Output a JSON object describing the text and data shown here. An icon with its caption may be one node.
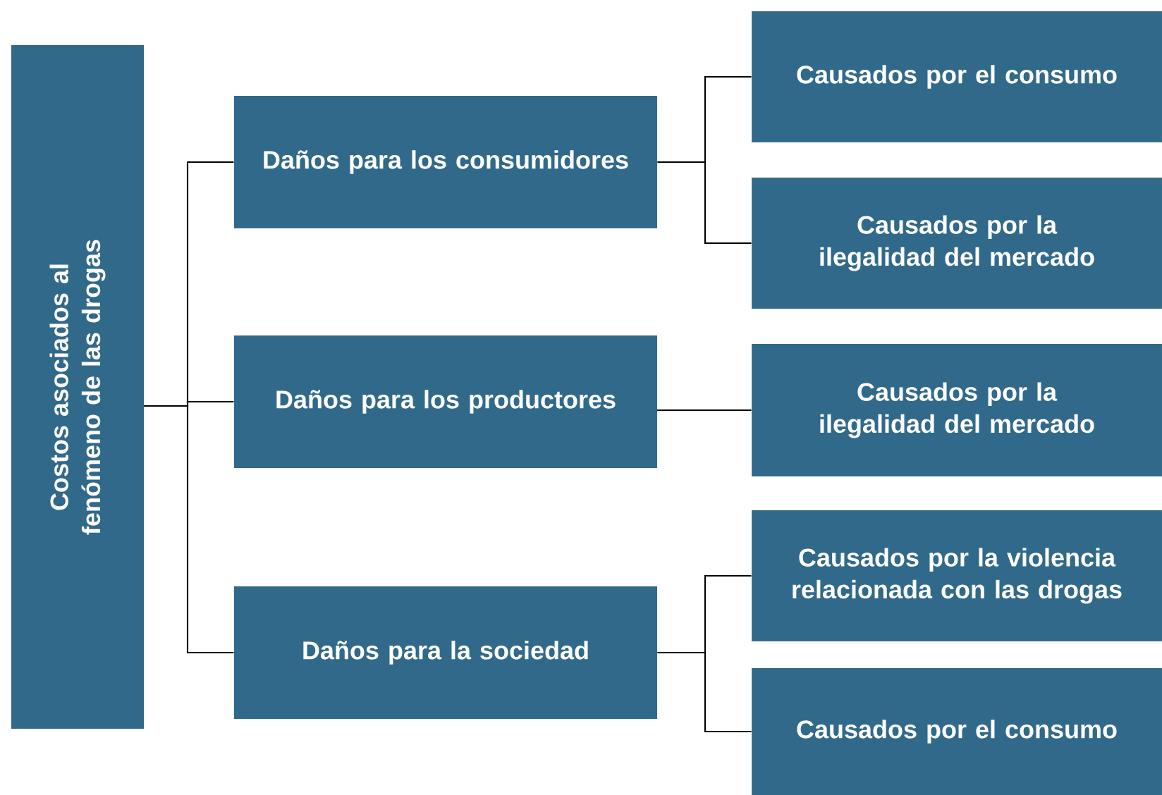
{
  "diagram": {
    "nodes": [
      {
        "text": [
          "Costos asociados al fenómeno de las drogas"
        ]
      },
      {
        "text": [
          "Daños para los consumidores"
        ]
      },
      {
        "text": [
          "Daños para los productores"
        ]
      },
      {
        "text": [
          "Daños para la sociedad"
        ]
      },
      {
        "text": [
          "Causados por el consumo"
        ]
      },
      {
        "text": [
          "Causados por la ilegalidad del mercado"
        ]
      },
      {
        "text": [
          "Causados por la ilegalidad del mercado"
        ]
      },
      {
        "text": [
          "Causados por la violencia relacionada con las drogas"
        ]
      },
      {
        "text": [
          "Causados por el consumo"
        ]
      }
    ],
    "edges": [
      {
        "from": 0,
        "to": 1,
        "arrow": "none"
      },
      {
        "from": 0,
        "to": 2,
        "arrow": "none"
      },
      {
        "from": 0,
        "to": 3,
        "arrow": "none"
      },
      {
        "from": 1,
        "to": 4,
        "arrow": "none"
      },
      {
        "from": 1,
        "to": 5,
        "arrow": "none"
      },
      {
        "from": 2,
        "to": 6,
        "arrow": "none"
      },
      {
        "from": 3,
        "to": 7,
        "arrow": "none"
      },
      {
        "from": 3,
        "to": 8,
        "arrow": "none"
      }
    ]
  }
}
